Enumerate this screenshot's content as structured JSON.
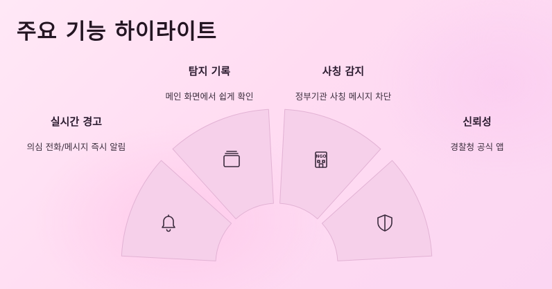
{
  "title": "주요 기능 하이라이트",
  "features": [
    {
      "head": "실시간 경고",
      "desc": "의심 전화/메시지 즉시 알림",
      "icon": "bell-icon"
    },
    {
      "head": "탐지 기록",
      "desc": "메인 화면에서 쉽게 확인",
      "icon": "stack-icon"
    },
    {
      "head": "사칭 감지",
      "desc": "정부기관 사칭 메시지 차단",
      "icon": "ngo-building-icon",
      "icon_text": "NGO"
    },
    {
      "head": "신뢰성",
      "desc": "경찰청 공식 앱",
      "icon": "shield-icon"
    }
  ],
  "colors": {
    "segment": "#f6d0ea",
    "segment_border": "#e2b2d4",
    "text": "#2a1a2e"
  }
}
